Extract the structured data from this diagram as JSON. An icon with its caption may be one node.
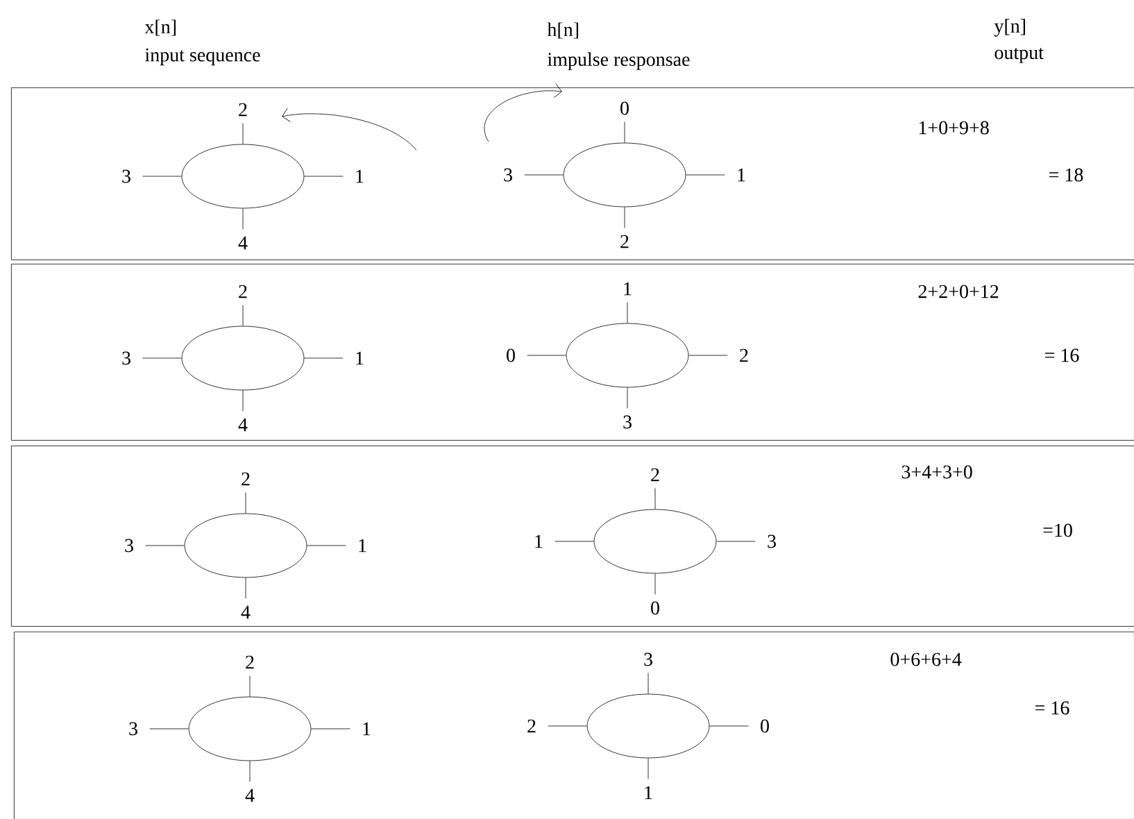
{
  "diagram": {
    "nodes": [
      {
        "text": [
          "1+0+9+8",
          "= 18"
        ]
      },
      {
        "text": [],
        "shape": "circle",
        "in": 0,
        "beside": [
          "2",
          "3",
          "1",
          "4"
        ]
      },
      {
        "text": [],
        "shape": "circle",
        "in": 0,
        "beside": [
          "0",
          "3",
          "1",
          "2"
        ]
      },
      {
        "text": [
          "2+2+0+12",
          "= 16"
        ]
      },
      {
        "text": [],
        "shape": "circle",
        "in": 3,
        "beside": [
          "2",
          "3",
          "1",
          "4"
        ]
      },
      {
        "text": [],
        "shape": "circle",
        "in": 3,
        "beside": [
          "1",
          "0",
          "2",
          "3"
        ]
      },
      {
        "text": [
          "3+4+3+0",
          "=10"
        ]
      },
      {
        "text": [],
        "shape": "circle",
        "in": 6,
        "beside": [
          "2",
          "3",
          "1",
          "4"
        ]
      },
      {
        "text": [],
        "shape": "circle",
        "in": 6,
        "beside": [
          "2",
          "1",
          "3",
          "0"
        ]
      },
      {
        "text": [
          "0+6+6+4",
          "= 16"
        ]
      },
      {
        "text": [],
        "shape": "circle",
        "in": 9,
        "beside": [
          "2",
          "3",
          "1",
          "4"
        ]
      },
      {
        "text": [],
        "shape": "circle",
        "in": 9,
        "beside": [
          "3",
          "2",
          "0",
          "1"
        ]
      }
    ],
    "labels": [
      "x[n]",
      "h[n]",
      "y[n]",
      "input sequence",
      "impulse responsae",
      "output"
    ]
  }
}
